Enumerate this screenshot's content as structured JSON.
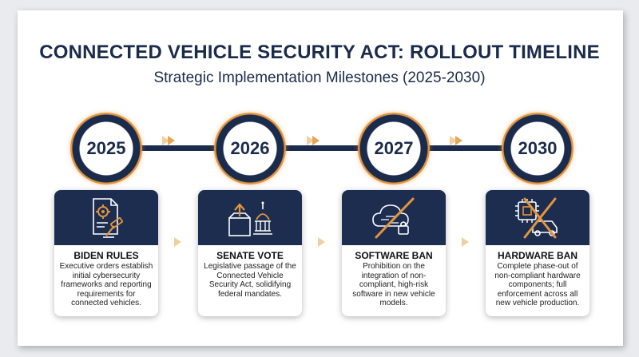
{
  "title": "CONNECTED VEHICLE SECURITY ACT: ROLLOUT TIMELINE",
  "subtitle": "Strategic Implementation Milestones (2025-2030)",
  "colors": {
    "navy": "#1a2b4c",
    "orange": "#e3953e",
    "light_orange": "#f3cf9d"
  },
  "milestones": [
    {
      "year": "2025",
      "icon": "document-gear-gavel-icon",
      "name": "BIDEN RULES",
      "description": "Executive orders establish initial cybersecurity frameworks and reporting requirements for connected vehicles."
    },
    {
      "year": "2026",
      "icon": "ballot-box-capitol-icon",
      "name": "SENATE VOTE",
      "description": "Legislative passage of the Connected Vehicle Security Act, solidifying federal mandates."
    },
    {
      "year": "2027",
      "icon": "cloud-lock-crossed-icon",
      "name": "SOFTWARE BAN",
      "description": "Prohibition on the integration of non-compliant, high-risk software in new vehicle models."
    },
    {
      "year": "2030",
      "icon": "chip-car-crossed-icon",
      "name": "HARDWARE BAN",
      "description": "Complete phase-out of non-compliant hardware components; full enforcement across all new vehicle production."
    }
  ]
}
